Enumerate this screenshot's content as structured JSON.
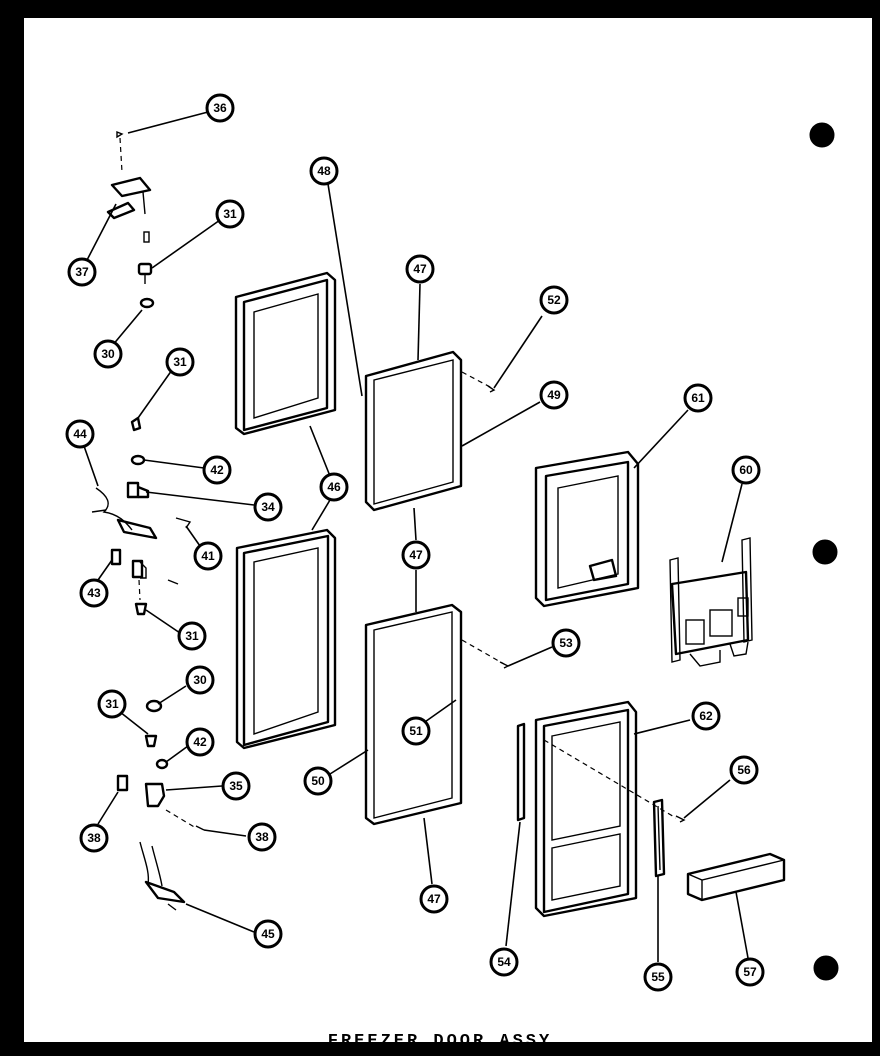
{
  "title": "FREEZER DOOR ASSY",
  "callouts": [
    {
      "id": "c36",
      "label": "36"
    },
    {
      "id": "c37",
      "label": "37"
    },
    {
      "id": "c31a",
      "label": "31"
    },
    {
      "id": "c30a",
      "label": "30"
    },
    {
      "id": "c31b",
      "label": "31"
    },
    {
      "id": "c44",
      "label": "44"
    },
    {
      "id": "c42a",
      "label": "42"
    },
    {
      "id": "c34",
      "label": "34"
    },
    {
      "id": "c41",
      "label": "41"
    },
    {
      "id": "c43",
      "label": "43"
    },
    {
      "id": "c31c",
      "label": "31"
    },
    {
      "id": "c30b",
      "label": "30"
    },
    {
      "id": "c31d",
      "label": "31"
    },
    {
      "id": "c42b",
      "label": "42"
    },
    {
      "id": "c38a",
      "label": "38"
    },
    {
      "id": "c35",
      "label": "35"
    },
    {
      "id": "c38b",
      "label": "38"
    },
    {
      "id": "c45",
      "label": "45"
    },
    {
      "id": "c48",
      "label": "48"
    },
    {
      "id": "c46",
      "label": "46"
    },
    {
      "id": "c47a",
      "label": "47"
    },
    {
      "id": "c52",
      "label": "52"
    },
    {
      "id": "c49",
      "label": "49"
    },
    {
      "id": "c47b",
      "label": "47"
    },
    {
      "id": "c53",
      "label": "53"
    },
    {
      "id": "c51",
      "label": "51"
    },
    {
      "id": "c50",
      "label": "50"
    },
    {
      "id": "c47c",
      "label": "47"
    },
    {
      "id": "c61",
      "label": "61"
    },
    {
      "id": "c60",
      "label": "60"
    },
    {
      "id": "c62",
      "label": "62"
    },
    {
      "id": "c56",
      "label": "56"
    },
    {
      "id": "c54",
      "label": "54"
    },
    {
      "id": "c55",
      "label": "55"
    },
    {
      "id": "c57",
      "label": "57"
    }
  ]
}
